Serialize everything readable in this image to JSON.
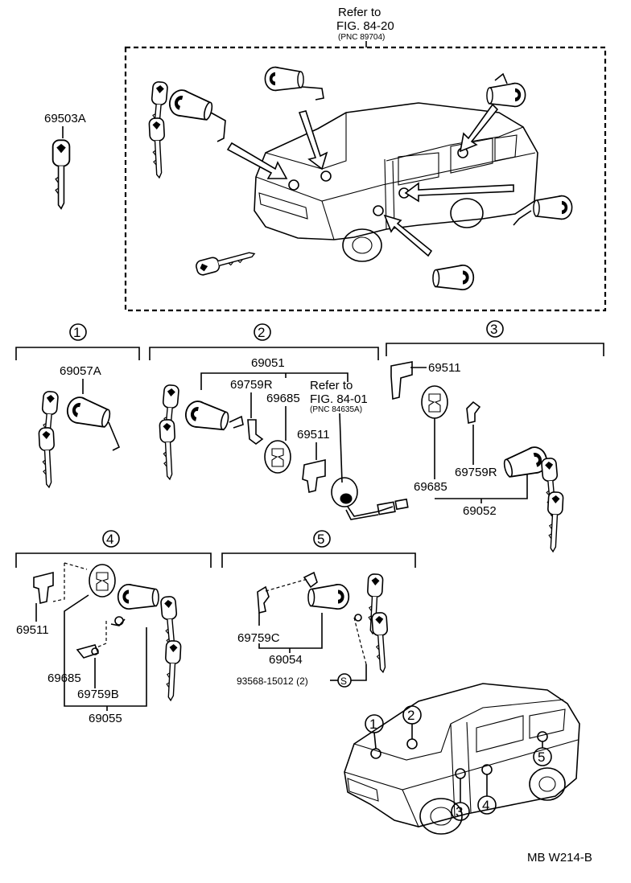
{
  "top_ref": {
    "line1": "Refer to",
    "line2": "FIG. 84-20",
    "line3": "(PNC 89704)"
  },
  "parts": {
    "p69503A": "69503A",
    "p69057A": "69057A",
    "p69051": "69051",
    "p69759R_a": "69759R",
    "p69685_a": "69685",
    "p69511_a": "69511",
    "p69511_b": "69511",
    "p69685_b": "69685",
    "p69759R_b": "69759R",
    "p69052": "69052",
    "p69511_c": "69511",
    "p69685_c": "69685",
    "p69759B": "69759B",
    "p69055": "69055",
    "p69759C": "69759C",
    "p69054": "69054",
    "p93568": "93568-15012 (2)",
    "s_mark": "S"
  },
  "mid_ref": {
    "line1": "Refer to",
    "line2": "FIG. 84-01",
    "line3": "(PNC 84635A)"
  },
  "groups": [
    "1",
    "2",
    "3",
    "4",
    "5"
  ],
  "van_callouts": [
    "1",
    "2",
    "3",
    "4",
    "5"
  ],
  "footer_code": "MB W214-B"
}
